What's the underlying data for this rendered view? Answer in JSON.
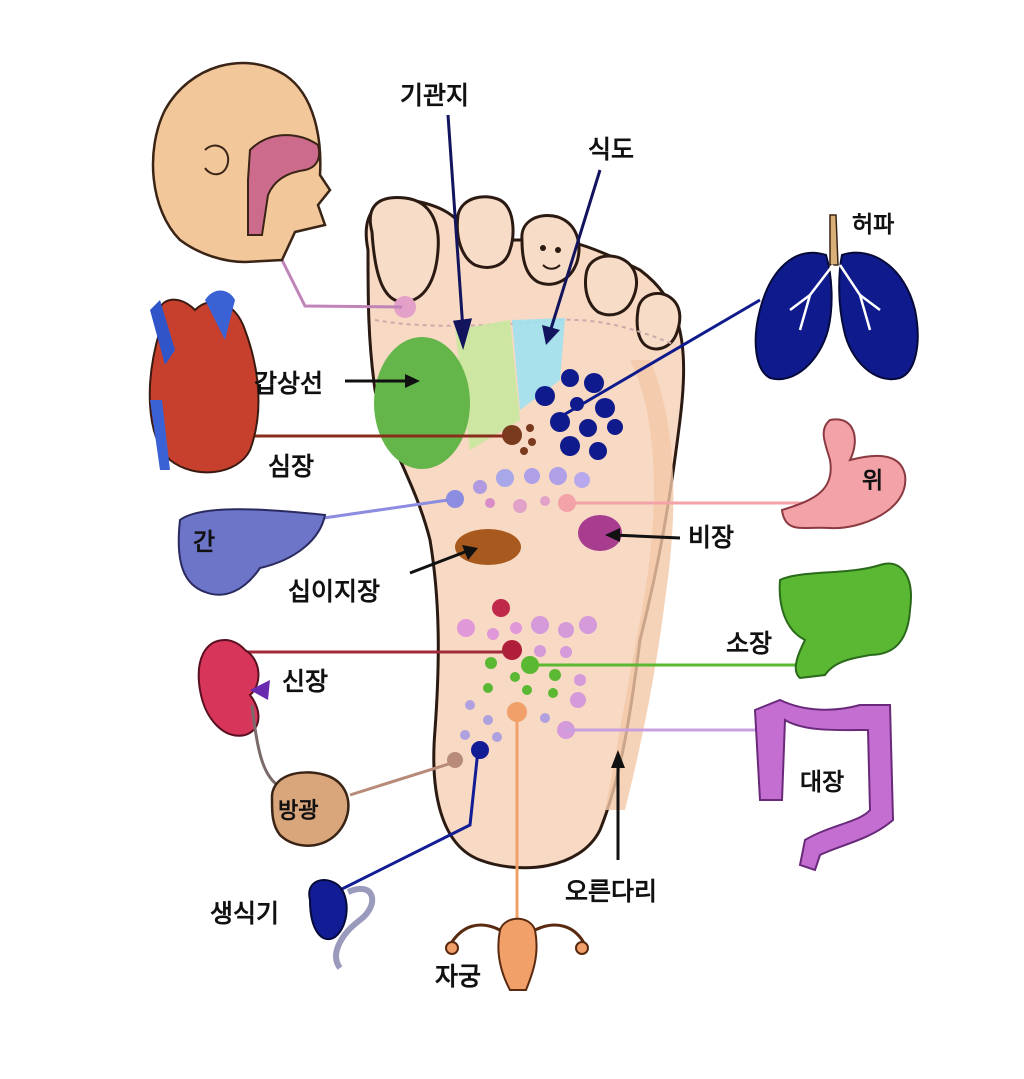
{
  "labels": {
    "bronchi": "기관지",
    "esophagus": "식도",
    "lung": "허파",
    "thyroid": "갑상선",
    "heart": "심장",
    "stomach": "위",
    "liver": "간",
    "spleen": "비장",
    "duodenum": "십이지장",
    "small_intestine": "소장",
    "kidney": "신장",
    "bladder": "방광",
    "large_intestine": "대장",
    "genitals": "생식기",
    "right_leg": "오른다리",
    "uterus": "자궁"
  },
  "colors": {
    "skin": "#f7d9c4",
    "skin_outline": "#2a1a12",
    "thyroid_green": "#64b54a",
    "bronchi_green": "#c8e8a0",
    "esophagus_cyan": "#9fe0f0",
    "lung_navy": "#0f1a8c",
    "stomach_pink": "#f3a3a8",
    "liver_blue": "#6d75c9",
    "spleen_purple": "#a83c8e",
    "duodenum_brown": "#a85a1e",
    "small_intestine_green": "#5ab832",
    "kidney_red": "#d8355a",
    "bladder_tan": "#d9a57a",
    "large_intestine_violet": "#c46ed2",
    "genitals_navy": "#121c94",
    "uterus_orange": "#f2a06a",
    "heart_red": "#c7402e",
    "head_pink": "#cc6b8c"
  },
  "icons": [
    "head-icon",
    "heart-icon",
    "liver-icon",
    "kidney-icon",
    "bladder-icon",
    "genitals-icon",
    "uterus-icon",
    "lung-icon",
    "stomach-icon",
    "small-intestine-icon",
    "large-intestine-icon",
    "foot-icon"
  ]
}
